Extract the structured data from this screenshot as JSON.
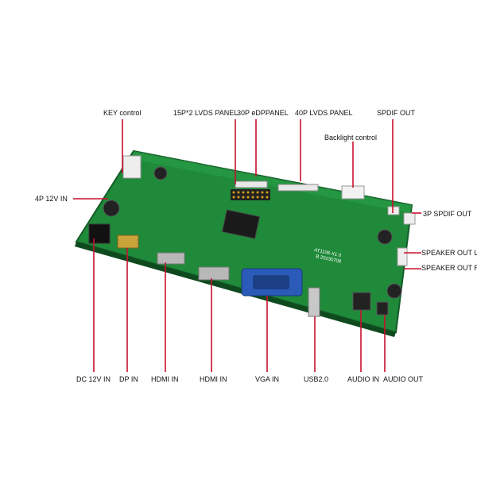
{
  "colors": {
    "board": "#1f8a3a",
    "board_dark": "#16692b",
    "leader_line": "#c8102e",
    "label_text": "#111111",
    "background": "#ffffff"
  },
  "labels": {
    "key_control": "KEY control",
    "lvds_15p2": "15P*2 LVDS PANEL",
    "edp_30p": "30P eDPPANEL",
    "lvds_40p": "40P LVDS PANEL",
    "spdif_out": "SPDIF OUT",
    "backlight_control": "Backlight control",
    "power_4p_12v": "4P 12V IN",
    "spdif_3p_out": "3P SPDIF OUT",
    "speaker_out_l": "SPEAKER OUT L",
    "speaker_out_r": "SPEAKER OUT R",
    "dc_12v_in": "DC 12V IN",
    "dp_in": "DP IN",
    "hdmi_in_1": "HDMI IN",
    "hdmi_in_2": "HDMI IN",
    "vga_in": "VGA IN",
    "usb2": "USB2.0",
    "audio_in": "AUDIO IN",
    "audio_out": "AUDIO OUT"
  },
  "board_silkscreen": {
    "model": "AT1106-X1.0",
    "date": "B 20230708"
  },
  "icons": [
    "controller-board-image"
  ]
}
